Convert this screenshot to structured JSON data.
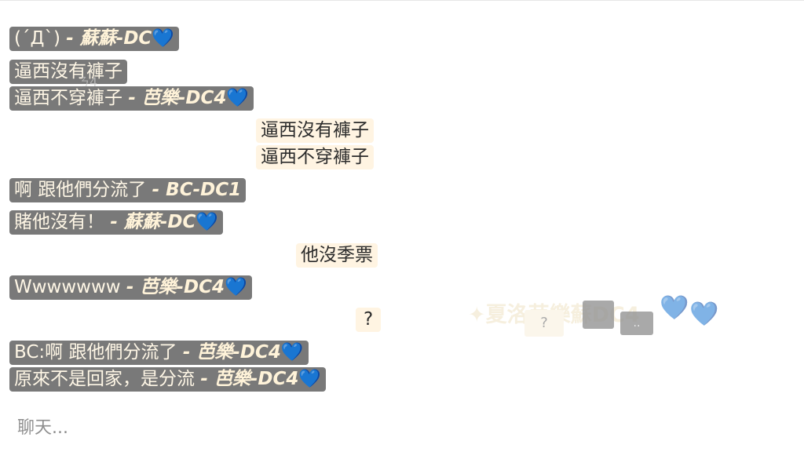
{
  "messages": [
    {
      "text": "(´Д`)",
      "sender": "- 蘇蘇-DC",
      "heart": "💙"
    },
    {
      "text": "逼西沒有褲子",
      "sender": "",
      "heart": ""
    },
    {
      "text": "逼西不穿褲子",
      "sender": "- 芭樂-DC4",
      "heart": "💙"
    },
    {
      "text": "逼西沒有褲子"
    },
    {
      "text": "逼西不穿褲子"
    },
    {
      "text": "啊 跟他們分流了",
      "sender": "- BC-DC1",
      "heart": ""
    },
    {
      "text": "賭他沒有！",
      "sender": "- 蘇蘇-DC",
      "heart": "💙"
    },
    {
      "text": "他沒季票"
    },
    {
      "text": "Wwwwwww",
      "sender": "- 芭樂-DC4",
      "heart": "💙"
    },
    {
      "text": "?"
    },
    {
      "text": "BC:啊 跟他們分流了",
      "sender": "- 芭樂-DC4",
      "heart": "💙"
    },
    {
      "text": "原來不是回家，是分流",
      "sender": "- 芭樂-DC4",
      "heart": "💙"
    }
  ],
  "ghost": {
    "text": "✦夏洛芭樂蘇DC4",
    "hearts": [
      "💙",
      "💙"
    ],
    "q": "?",
    "box_text": "..",
    "overlap": "ㄋ4"
  },
  "input": {
    "placeholder": "聊天..."
  },
  "colors": {
    "other_bubble": "#6e6e6e",
    "self_bubble": "#fff4e2",
    "sender_text": "#fff3d9",
    "heart": "#3b8ee8"
  }
}
